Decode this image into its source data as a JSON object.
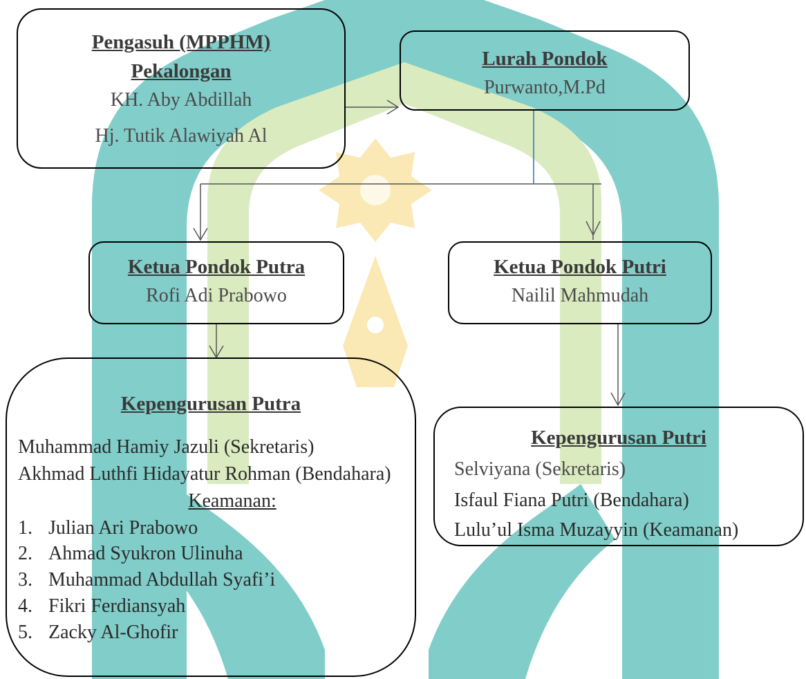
{
  "pengasuh": {
    "title_line1": "Pengasuh (MPPHM)",
    "title_line2": "Pekalongan",
    "names": [
      "KH. Aby Abdillah",
      "Hj. Tutik Alawiyah Al"
    ]
  },
  "lurah": {
    "title": "Lurah Pondok",
    "name": "Purwanto,M.Pd"
  },
  "ketua_putra": {
    "title": "Ketua Pondok Putra",
    "name": "Rofi Adi Prabowo"
  },
  "ketua_putri": {
    "title": "Ketua Pondok Putri",
    "name": "Nailil Mahmudah"
  },
  "kepengurusan_putra": {
    "title": "Kepengurusan Putra",
    "members": [
      "Muhammad Hamiy Jazuli (Sekretaris)",
      "Akhmad Luthfi Hidayatur Rohman (Bendahara)"
    ],
    "keamanan_label": "Keamanan:",
    "keamanan": [
      "Julian Ari Prabowo",
      "Ahmad Syukron Ulinuha",
      "Muhammad Abdullah Syafi’i",
      "Fikri Ferdiansyah",
      "Zacky Al-Ghofir"
    ],
    "numbers": [
      "1.",
      "2.",
      "3.",
      "4.",
      "5."
    ]
  },
  "kepengurusan_putri": {
    "title": "Kepengurusan Putri",
    "members": [
      "Selviyana (Sekretaris)",
      "Isfaul Fiana Putri (Bendahara)",
      "Lulu’ul Isma Muzayyin (Keamanan)"
    ]
  },
  "colors": {
    "watermark_teal": "#1aa59e",
    "watermark_green": "#bedb8e",
    "watermark_yellow": "#f7d87a"
  }
}
